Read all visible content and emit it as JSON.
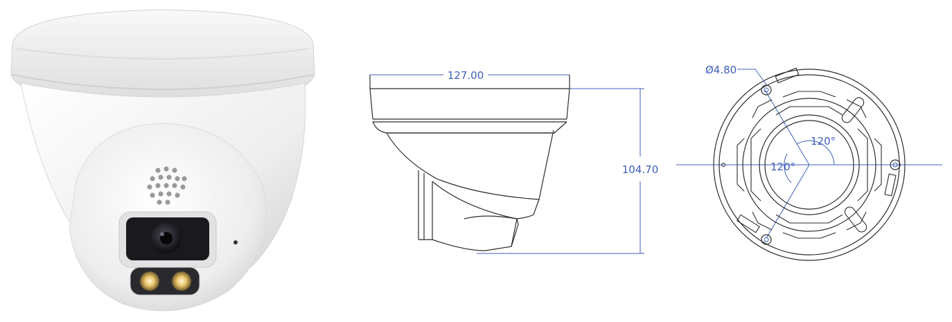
{
  "colors": {
    "dimension": "#3f5fb8",
    "outline": "#2b2b2b",
    "body_white": "#f2f2f2",
    "body_shadow": "#d6d6d6",
    "lens_dark": "#1c1c1f",
    "led_glow": "#e8c36a"
  },
  "side_view": {
    "width_label": "127.00",
    "height_label": "104.70"
  },
  "bottom_view": {
    "hole_label": "Ø4.80",
    "angle_label_1": "120°",
    "angle_label_2": "120°"
  }
}
